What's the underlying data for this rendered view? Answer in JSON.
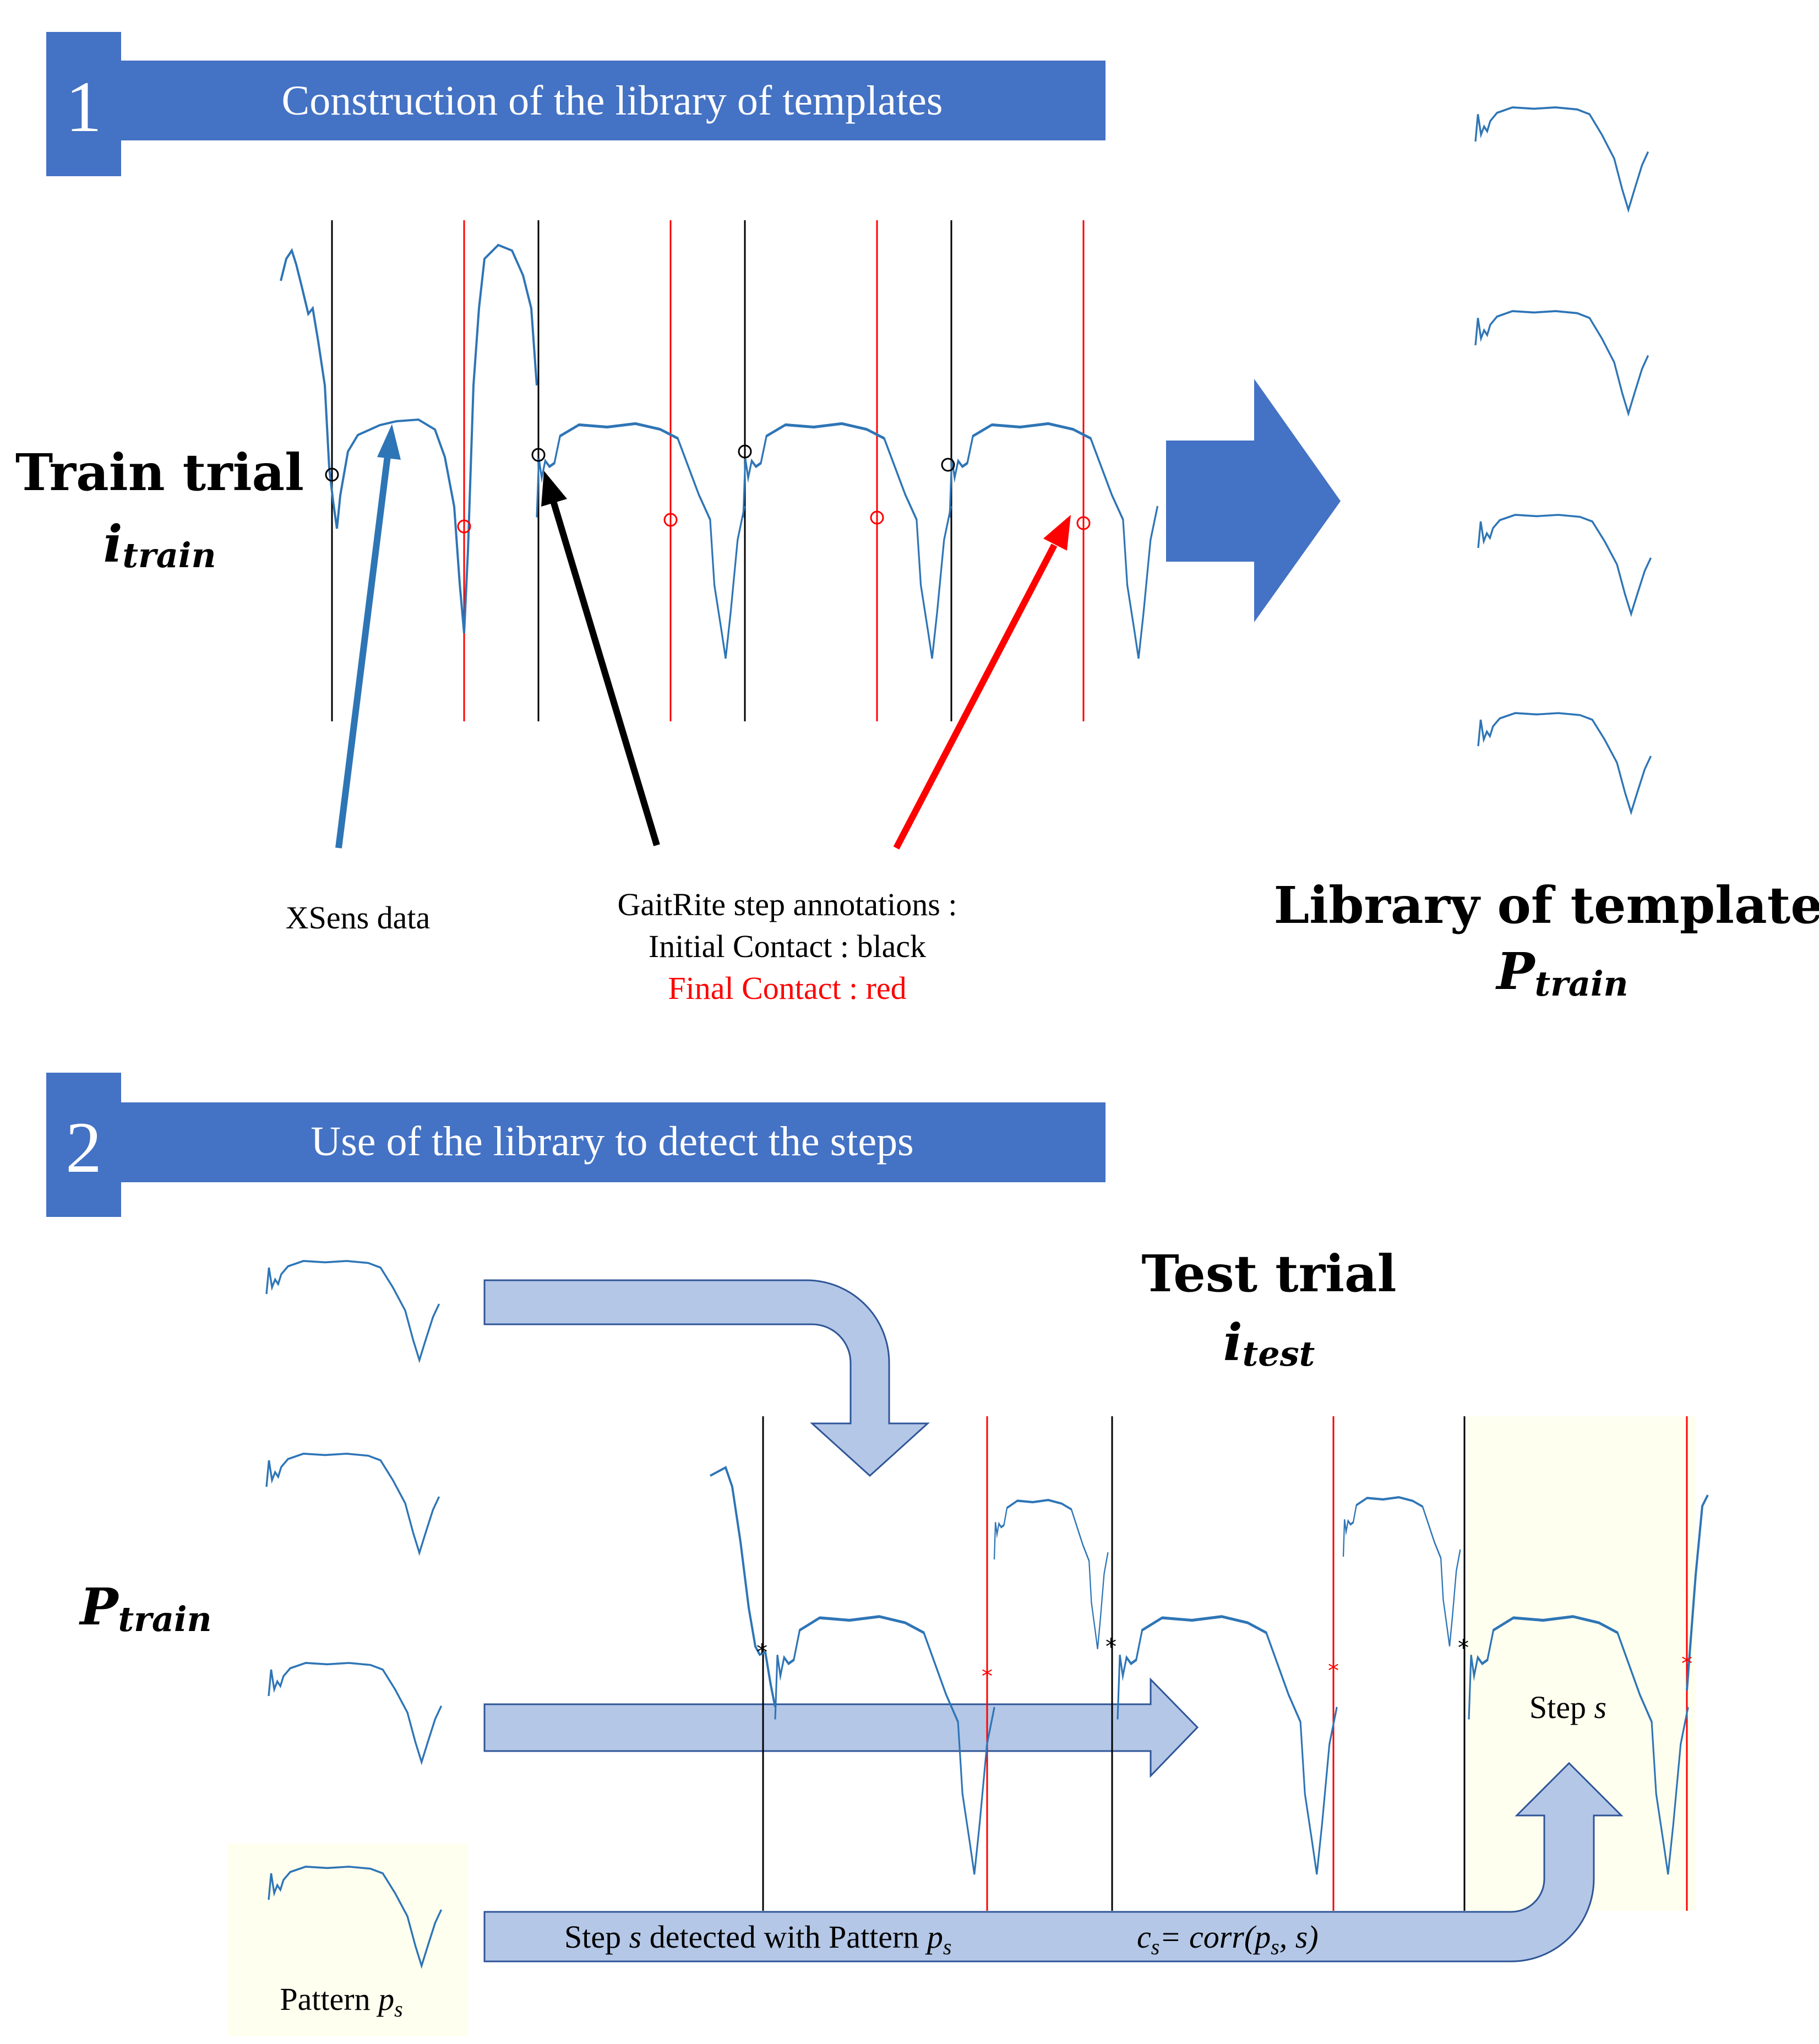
{
  "section1": {
    "number": "1",
    "title": "Construction of the library of templates",
    "train_trial_label": "Train trial",
    "train_trial_var": "i",
    "train_trial_sub": "train",
    "xsens_label": "XSens data",
    "annotations_title": "GaitRite step annotations :",
    "annotation_initial": "Initial Contact : black",
    "annotation_final": "Final Contact : red",
    "library_label": "Library of templates",
    "library_var": "P",
    "library_sub": "train"
  },
  "section2": {
    "number": "2",
    "title": "Use of the library to detect the steps",
    "test_trial_label": "Test trial",
    "test_trial_var": "i",
    "test_trial_sub": "test",
    "ptrain_var": "P",
    "ptrain_sub": "train",
    "pattern_label": "Pattern",
    "pattern_var": "p",
    "pattern_sub": "s",
    "step_label": "Step",
    "step_var": "s",
    "detected_text": "Step",
    "detected_var": "s",
    "detected_text2": "detected with Pattern",
    "detected_pvar": "p",
    "detected_psub": "s",
    "formula_c": "c",
    "formula_csub": "s",
    "formula_eq": "= corr(",
    "formula_p": "p",
    "formula_psub": "s",
    "formula_rest": ", s)"
  },
  "colors": {
    "banner": "#4472c4",
    "signal": "#2e75b6",
    "initial_contact": "#000000",
    "final_contact": "#ff0000",
    "light_arrow": "#b4c7e7",
    "highlight": "#fffff0"
  }
}
